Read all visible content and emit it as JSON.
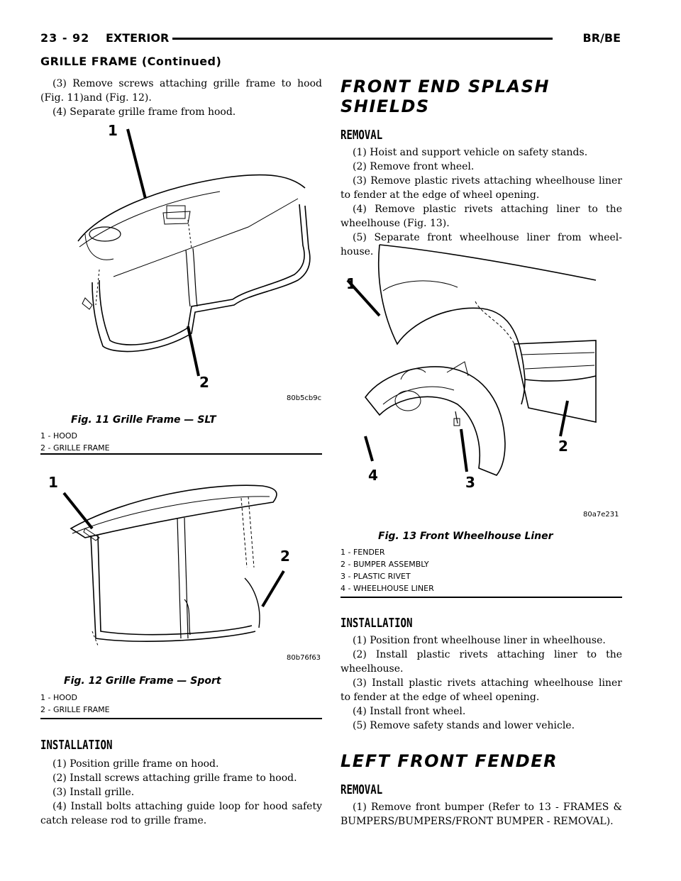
{
  "header": {
    "page": "23 - 92",
    "section": "EXTERIOR",
    "model": "BR/BE"
  },
  "continued": "GRILLE FRAME (Continued)",
  "left": {
    "intro": [
      "(3) Remove screws attaching grille frame to hood (Fig. 11)and (Fig. 12).",
      "(4) Separate grille frame from hood."
    ],
    "fig11": {
      "code": "80b5cb9c",
      "caption": "Fig. 11 Grille Frame — SLT",
      "legend": [
        "1 - HOOD",
        "2 - GRILLE FRAME"
      ],
      "callouts": [
        "1",
        "2"
      ]
    },
    "fig12": {
      "code": "80b76f63",
      "caption": "Fig. 12 Grille Frame — Sport",
      "legend": [
        "1 - HOOD",
        "2 - GRILLE FRAME"
      ],
      "callouts": [
        "1",
        "2"
      ]
    },
    "installation": {
      "heading": "INSTALLATION",
      "steps": [
        "(1) Position grille frame on hood.",
        "(2) Install screws attaching grille frame to hood.",
        "(3) Install grille.",
        "(4) Install bolts attaching guide loop for hood safety catch release rod to grille frame."
      ]
    }
  },
  "right": {
    "title": "FRONT END SPLASH SHIELDS",
    "removal": {
      "heading": "REMOVAL",
      "steps": [
        "(1) Hoist and support vehicle on safety stands.",
        "(2) Remove front wheel.",
        "(3) Remove plastic rivets attaching wheelhouse liner to fender at the edge of wheel opening.",
        "(4) Remove plastic rivets attaching liner to the wheelhouse (Fig. 13).",
        "(5) Separate front wheelhouse liner from wheel-house."
      ]
    },
    "fig13": {
      "code": "80a7e231",
      "caption": "Fig. 13 Front Wheelhouse Liner",
      "legend": [
        "1 - FENDER",
        "2 - BUMPER ASSEMBLY",
        "3 - PLASTIC RIVET",
        "4 - WHEELHOUSE LINER"
      ],
      "callouts": [
        "1",
        "2",
        "3",
        "4"
      ]
    },
    "installation": {
      "heading": "INSTALLATION",
      "steps": [
        "(1) Position front wheelhouse liner in wheelhouse.",
        "(2) Install plastic rivets attaching liner to the wheelhouse.",
        "(3) Install plastic rivets attaching wheelhouse liner to fender at the edge of wheel opening.",
        "(4) Install front wheel.",
        "(5) Remove safety stands and lower vehicle."
      ]
    },
    "title2": "LEFT FRONT FENDER",
    "removal2": {
      "heading": "REMOVAL",
      "steps": [
        "(1) Remove front bumper (Refer to 13 - FRAMES & BUMPERS/BUMPERS/FRONT BUMPER - REMOVAL)."
      ]
    }
  }
}
